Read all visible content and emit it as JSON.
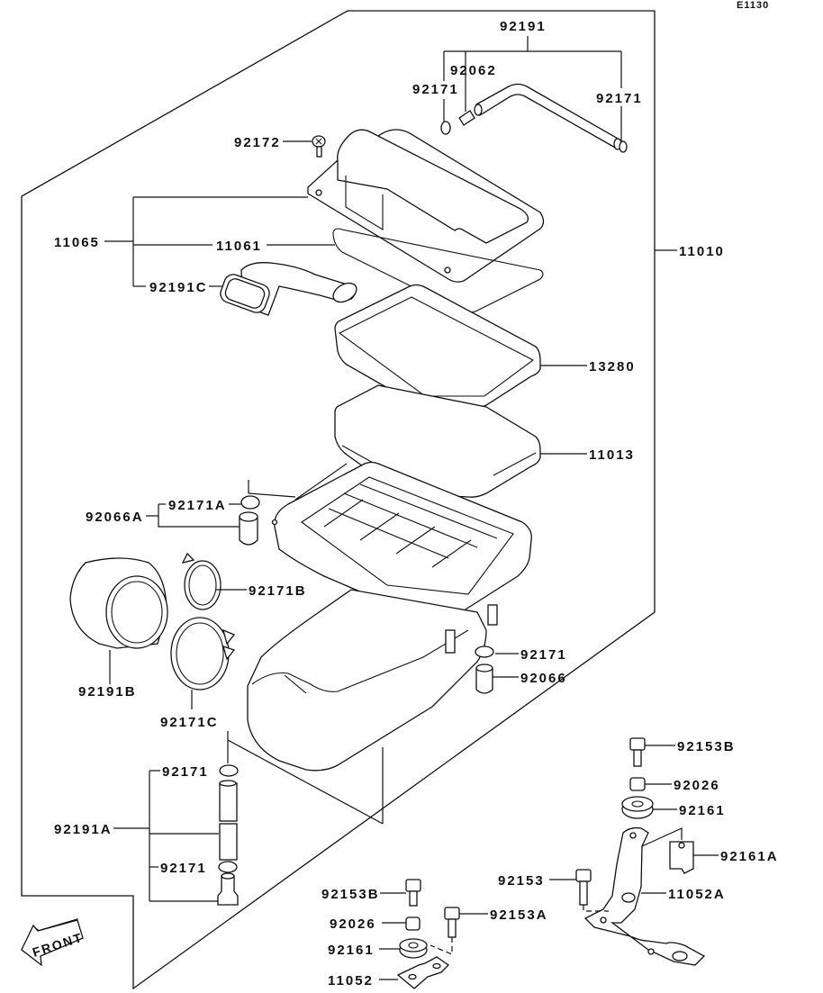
{
  "diagram": {
    "title": "Air Cleaner",
    "page_code": "E1130",
    "front_indicator": "FRONT",
    "colors": {
      "line": "#111111",
      "background": "#ffffff"
    },
    "labels": {
      "p92191_top": "92191",
      "p92062": "92062",
      "p92171_top_left": "92171",
      "p92171_top_right": "92171",
      "p92172": "92172",
      "p11065": "11065",
      "p11061": "11061",
      "p92191c": "92191C",
      "p11010": "11010",
      "p13280": "13280",
      "p11013": "11013",
      "p92066a": "92066A",
      "p92171a": "92171A",
      "p92171b": "92171B",
      "p92191b": "92191B",
      "p92171c": "92171C",
      "p92171_mid": "92171",
      "p92066": "92066",
      "p92171_low_top": "92171",
      "p92191a": "92191A",
      "p92171_low_bottom": "92171",
      "p92153b_right": "92153B",
      "p92026_right": "92026",
      "p92161_right": "92161",
      "p92161a": "92161A",
      "p92153": "92153",
      "p11052a": "11052A",
      "p92153b_left": "92153B",
      "p92153a": "92153A",
      "p92026_left": "92026",
      "p92161_left": "92161",
      "p11052": "11052"
    }
  }
}
